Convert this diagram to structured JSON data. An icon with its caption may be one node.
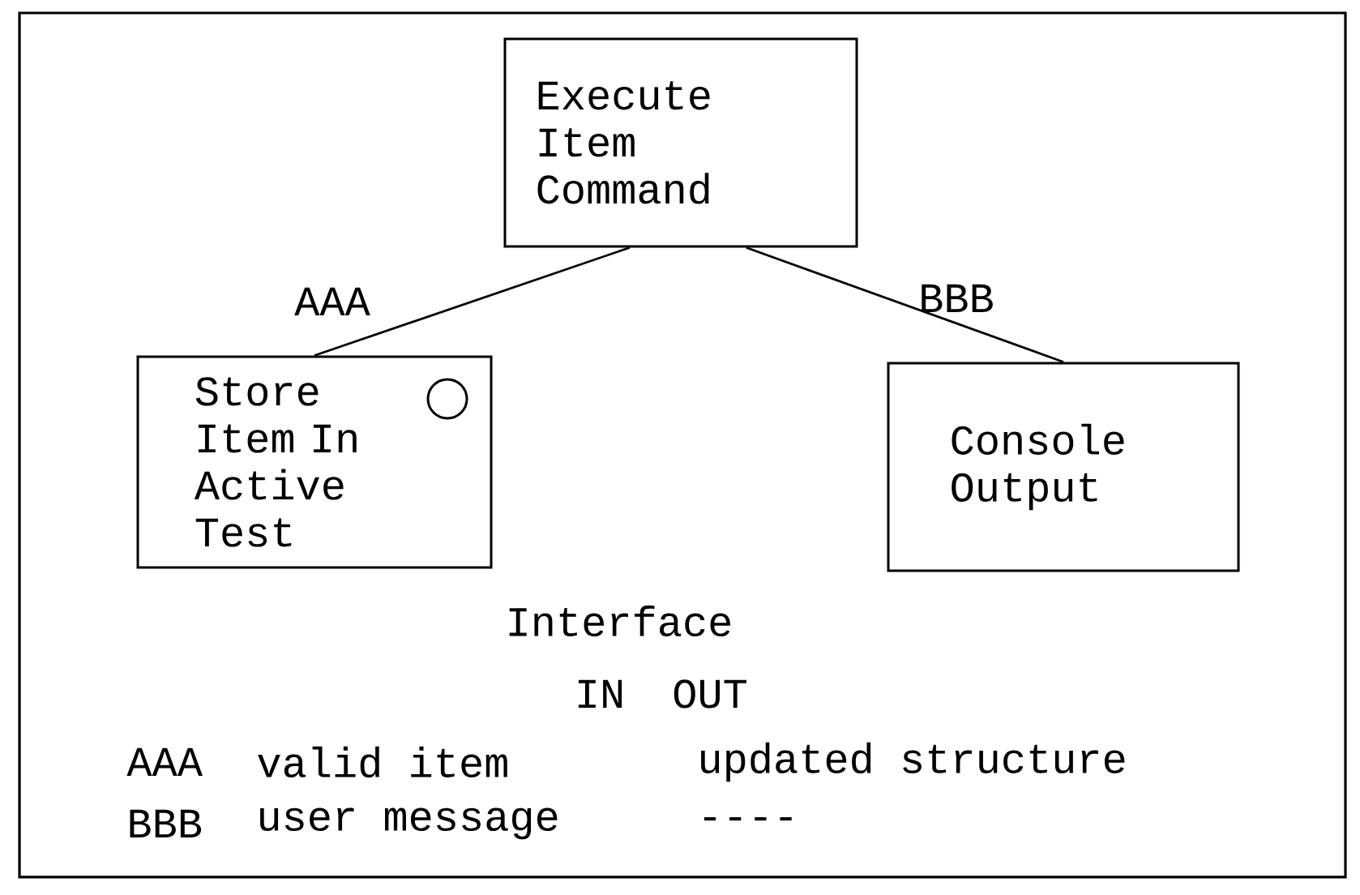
{
  "diagram": {
    "nodes": [
      {
        "text": [
          "Execute Item Command"
        ]
      },
      {
        "text": [
          "Store Item In Active Test"
        ]
      },
      {
        "text": [
          "Console Output"
        ]
      }
    ],
    "edges": [
      {
        "from": 0,
        "to": 1,
        "arrow": "none",
        "label": "AAA"
      },
      {
        "from": 0,
        "to": 2,
        "arrow": "none",
        "label": "BBB"
      }
    ],
    "labels": [
      "Interface",
      "IN",
      "OUT",
      "AAA",
      "valid item",
      "updated structure",
      "BBB",
      "user message",
      "----"
    ]
  }
}
